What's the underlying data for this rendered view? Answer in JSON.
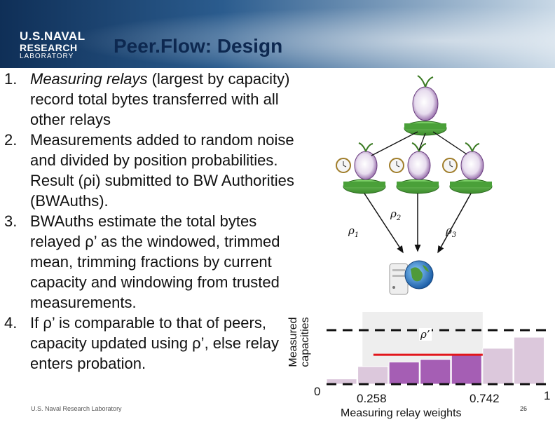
{
  "header": {
    "logo_lines": [
      "U.S.NAVAL",
      "RESEARCH",
      "LABORATORY"
    ],
    "title": "Peer.Flow: Design"
  },
  "list_items": [
    {
      "num": "1.",
      "text_italic": "Measuring relays",
      "text": " (largest by capacity) record total bytes transferred with all other relays"
    },
    {
      "num": "2.",
      "text_italic": "",
      "text": "Measurements added to random noise and divided by position probabilities. Result (ρi) submitted to BW Authorities (BWAuths)."
    },
    {
      "num": "3.",
      "text_italic": "",
      "text": "BWAuths estimate the total bytes relayed ρ’ as the windowed, trimmed mean, trimming fractions by current capacity and windowing from trusted measurements."
    },
    {
      "num": "4.",
      "text_italic": "",
      "text": "If ρ’ is comparable to that of peers, capacity updated using ρ’, else relay enters probation."
    }
  ],
  "diagram": {
    "rho1": "ρ",
    "rho1_sub": "1",
    "rho2": "ρ",
    "rho2_sub": "2",
    "rho3": "ρ",
    "rho3_sub": "3",
    "rho_prime": "ρ’"
  },
  "chart_data": {
    "type": "bar",
    "ylabel": "Measured capacities",
    "xlabel": "Measuring relay weights",
    "x_ticks": [
      "0",
      "0.258",
      "0.742",
      "1"
    ],
    "values": [
      0.08,
      0.27,
      0.34,
      0.38,
      0.45,
      0.55,
      0.72
    ],
    "highlighted_indices": [
      2,
      3,
      4
    ],
    "reference_value": 0.45,
    "colors": {
      "faded": "#dcc8dc",
      "highlight": "#a55eb4",
      "line": "#e2161b",
      "window": "#eeeeee"
    }
  },
  "footer": {
    "org": "U.S. Naval Research Laboratory",
    "page": "26"
  }
}
